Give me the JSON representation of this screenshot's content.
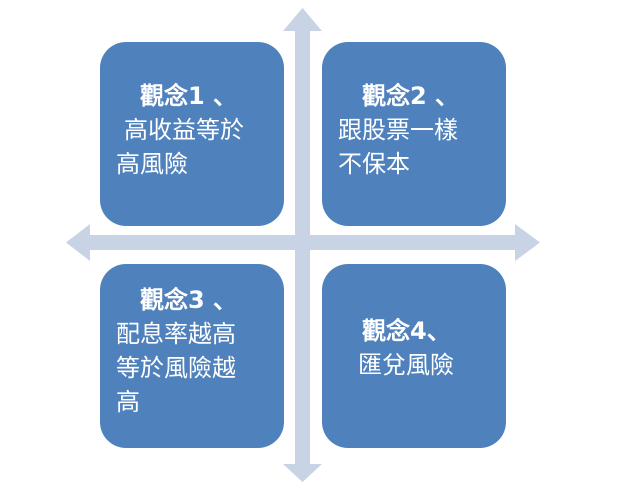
{
  "quadrants": [
    {
      "title": "觀念1 、",
      "lines": [
        "高收益等於",
        "高風險"
      ]
    },
    {
      "title": "觀念2 、",
      "lines": [
        "跟股票一樣",
        "不保本"
      ]
    },
    {
      "title": "觀念3 、",
      "lines": [
        "配息率越高",
        "等於風險越",
        "高"
      ]
    },
    {
      "title": "觀念4、",
      "lines": [
        "匯兌風險"
      ]
    }
  ],
  "colors": {
    "box": "#4f81bd",
    "axis": "#c8d3e6",
    "text": "#ffffff"
  }
}
